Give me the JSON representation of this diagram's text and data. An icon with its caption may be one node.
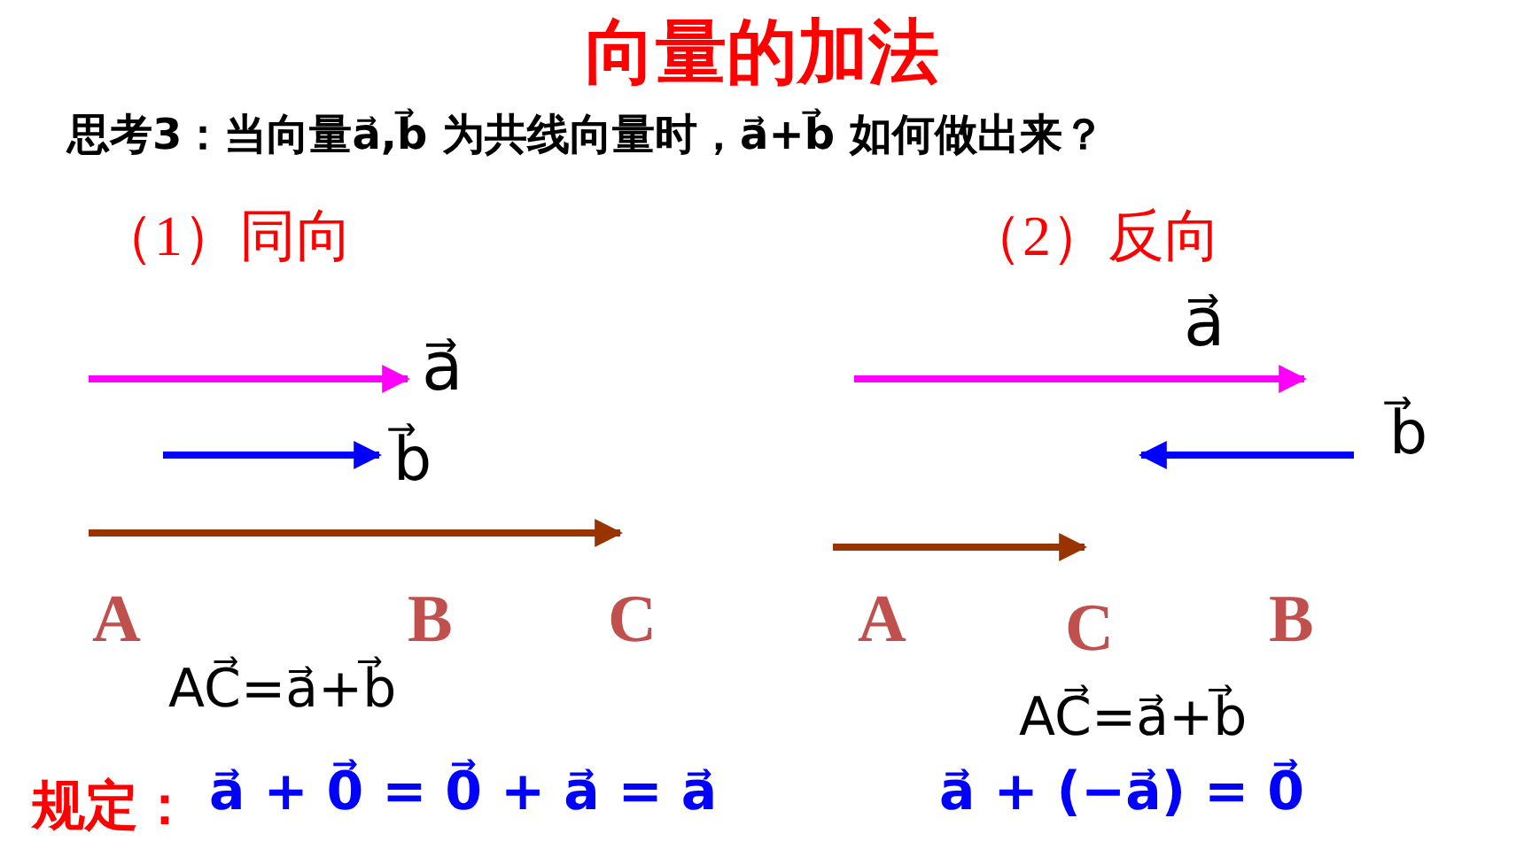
{
  "diagram": {
    "title": "向量的加法",
    "labels": [
      "思考3：当向量a⃗,b⃗ 为共线向量时，a⃗+b⃗ 如何做出来？",
      "（1）同向",
      "（2）反向",
      "a⃗",
      "a⃗",
      "b⃗",
      "b⃗",
      "A",
      "B",
      "C",
      "A",
      "C",
      "B",
      "AC⃗=a⃗+b⃗",
      "AC⃗=a⃗+b⃗",
      "规定：",
      "a⃗ + 0⃗ = 0⃗ + a⃗ = a⃗",
      "a⃗ + (−a⃗) = 0⃗"
    ]
  }
}
